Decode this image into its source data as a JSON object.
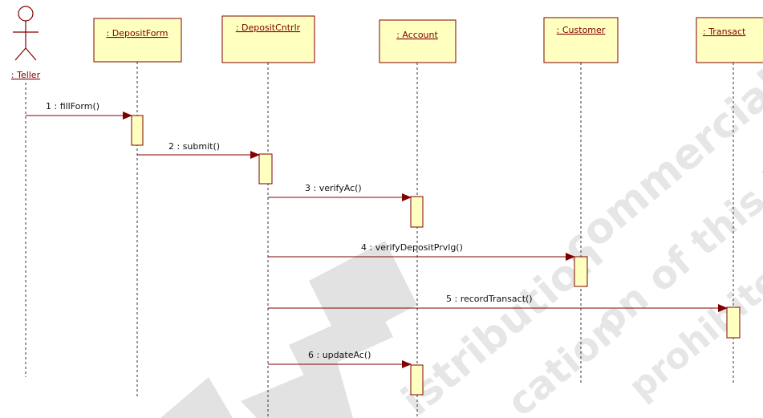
{
  "actor": {
    "label": ": Teller"
  },
  "lifelines": [
    {
      "id": "depositform",
      "label": ": DepositForm"
    },
    {
      "id": "depositcntrlr",
      "label": ": DepositCntrlr"
    },
    {
      "id": "account",
      "label": ": Account"
    },
    {
      "id": "customer",
      "label": ": Customer"
    },
    {
      "id": "transact",
      "label": ": Transact"
    }
  ],
  "messages": [
    {
      "id": "m1",
      "label": "1 : fillForm()"
    },
    {
      "id": "m2",
      "label": "2 : submit()"
    },
    {
      "id": "m3",
      "label": "3 : verifyAc()"
    },
    {
      "id": "m4",
      "label": "4 : verifyDepositPrvlg()"
    },
    {
      "id": "m5",
      "label": "5 : recordTransact()"
    },
    {
      "id": "m6",
      "label": "6 : updateAc()"
    }
  ],
  "watermark": {
    "line1": "commercial",
    "line2": "on of this bo",
    "line3": "prohibited.",
    "line4": "istribution",
    "line5": "cation"
  }
}
